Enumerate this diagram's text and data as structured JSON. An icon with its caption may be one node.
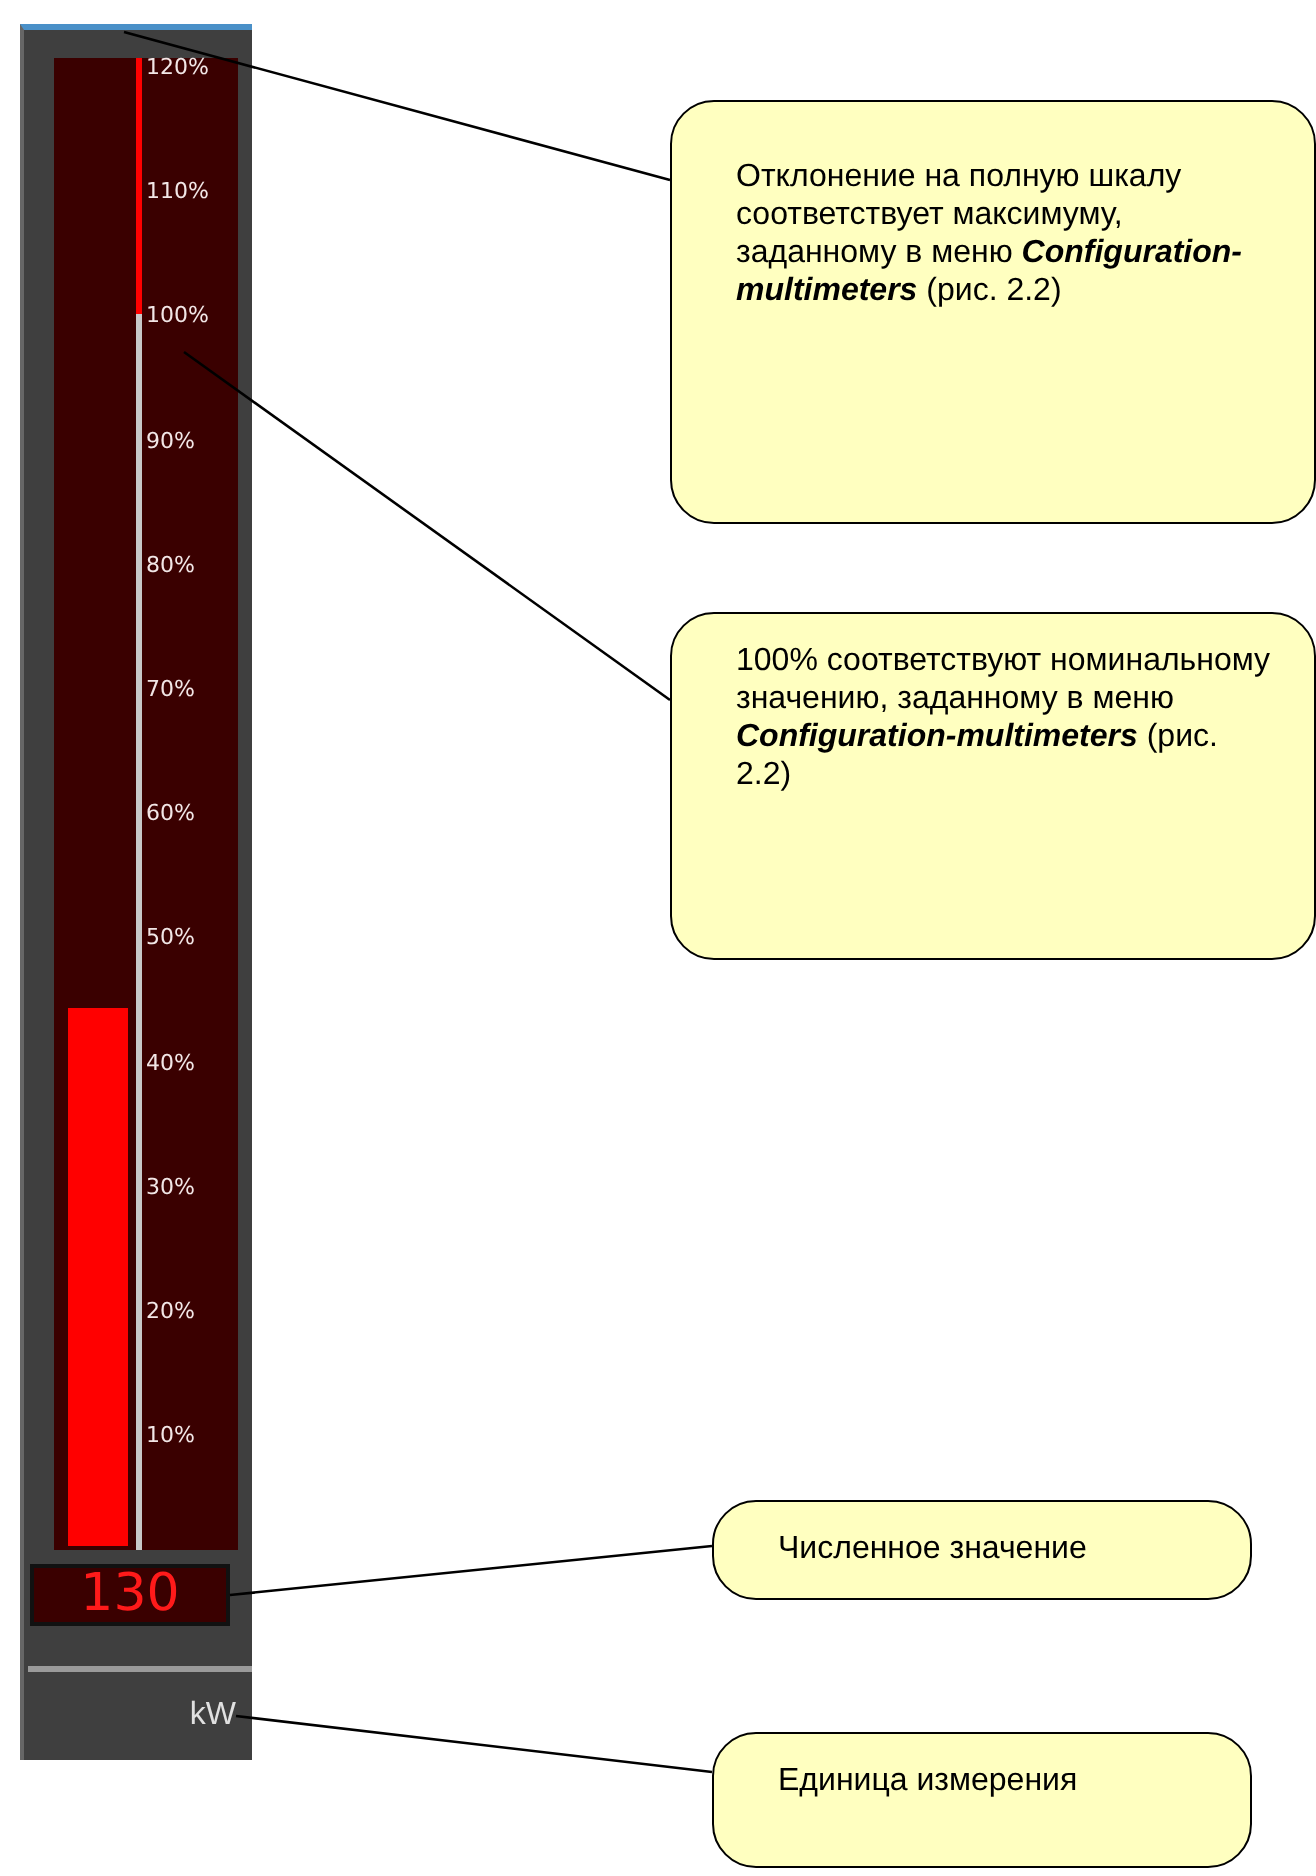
{
  "diagram": {
    "nodes": [
      {
        "text": [
          "Отклонение на полную шкалу соответствует максимуму, заданному в меню **Configuration-multimeters** (рис. 2.2)"
        ]
      },
      {
        "text": [
          "100% соответствуют номинальному значению, заданному в меню **Configuration-multimeters** (рис. 2.2)"
        ]
      },
      {
        "text": [
          "Численное значение"
        ]
      },
      {
        "text": [
          "Единица измерения"
        ]
      },
      {
        "text": [
          "130"
        ]
      },
      {
        "text": [
          "kW"
        ]
      }
    ],
    "edges": [
      {
        "from": 0,
        "to": null,
        "arrow": "none"
      },
      {
        "from": 1,
        "to": null,
        "arrow": "none"
      },
      {
        "from": 2,
        "to": 4,
        "arrow": "none"
      },
      {
        "from": 3,
        "to": 5,
        "arrow": "none"
      }
    ],
    "labels": [
      "120%",
      "110%",
      "100%",
      "90%",
      "80%",
      "70%",
      "60%",
      "50%",
      "40%",
      "30%",
      "20%",
      "10%"
    ]
  }
}
